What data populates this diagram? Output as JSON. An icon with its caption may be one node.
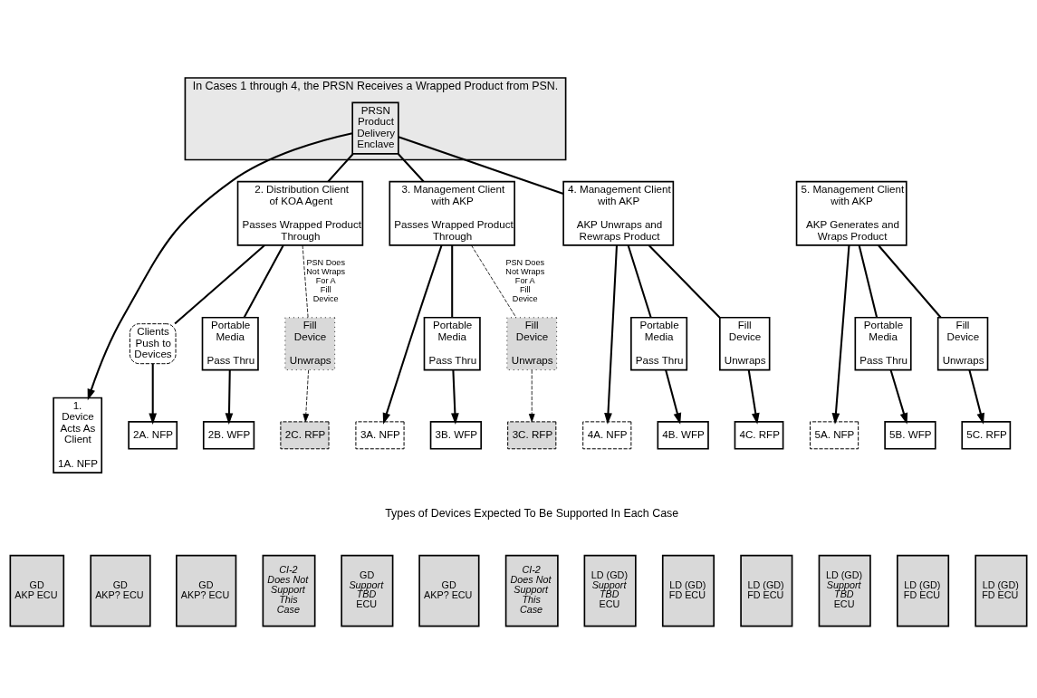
{
  "diagram": {
    "nodes": [
      {
        "text": [
          "In Cases 1 through 4, the PRSN Receives a Wrapped Product from PSN."
        ]
      },
      {
        "text": [
          "PRSN Product Delivery Enclave"
        ],
        "in": 0
      },
      {
        "text": [
          "2. Distribution Client of KOA Agent",
          "Passes Wrapped Product Through"
        ]
      },
      {
        "text": [
          "3. Management Client with AKP",
          "Passes Wrapped Product Through"
        ]
      },
      {
        "text": [
          "4. Management Client with AKP",
          "AKP Unwraps and Rewraps Product"
        ]
      },
      {
        "text": [
          "5. Management Client with AKP",
          "AKP Generates and Wraps Product"
        ]
      },
      {
        "text": [
          "Clients Push to Devices"
        ]
      },
      {
        "text": [
          "Portable Media",
          "Pass Thru"
        ]
      },
      {
        "text": [
          "Fill Device",
          "Unwraps"
        ]
      },
      {
        "text": [
          "Portable Media",
          "Pass Thru"
        ]
      },
      {
        "text": [
          "Fill Device",
          "Unwraps"
        ]
      },
      {
        "text": [
          "Portable Media",
          "Pass Thru"
        ]
      },
      {
        "text": [
          "Fill Device",
          "Unwraps"
        ]
      },
      {
        "text": [
          "Portable Media",
          "Pass Thru"
        ]
      },
      {
        "text": [
          "Fill Device",
          "Unwraps"
        ]
      },
      {
        "text": [
          "1. Device Acts As Client",
          "1A. NFP"
        ]
      },
      {
        "text": [
          "2A. NFP"
        ]
      },
      {
        "text": [
          "2B. WFP"
        ]
      },
      {
        "text": [
          "2C. RFP"
        ]
      },
      {
        "text": [
          "3A. NFP"
        ]
      },
      {
        "text": [
          "3B. WFP"
        ]
      },
      {
        "text": [
          "3C. RFP"
        ]
      },
      {
        "text": [
          "4A. NFP"
        ]
      },
      {
        "text": [
          "4B. WFP"
        ]
      },
      {
        "text": [
          "4C. RFP"
        ]
      },
      {
        "text": [
          "5A. NFP"
        ]
      },
      {
        "text": [
          "5B. WFP"
        ]
      },
      {
        "text": [
          "5C. RFP"
        ]
      },
      {
        "text": [
          "GD",
          "AKP ECU"
        ]
      },
      {
        "text": [
          "GD",
          "AKP? ECU"
        ]
      },
      {
        "text": [
          "GD",
          "AKP? ECU"
        ]
      },
      {
        "text": [
          "*CI-2 Does Not Support This Case*"
        ]
      },
      {
        "text": [
          "GD",
          "*Support TBD*",
          "ECU"
        ]
      },
      {
        "text": [
          "GD",
          "AKP? ECU"
        ]
      },
      {
        "text": [
          "*CI-2 Does Not Support This Case*"
        ]
      },
      {
        "text": [
          "LD (GD)",
          "*Support TBD*",
          "ECU"
        ]
      },
      {
        "text": [
          "LD (GD)",
          "FD ECU"
        ]
      },
      {
        "text": [
          "LD (GD)",
          "FD ECU"
        ]
      },
      {
        "text": [
          "LD (GD)",
          "*Support TBD*",
          "ECU"
        ]
      },
      {
        "text": [
          "LD (GD)",
          "FD ECU"
        ]
      },
      {
        "text": [
          "LD (GD)",
          "FD ECU"
        ]
      }
    ],
    "edges": [
      {
        "from": 1,
        "to": 15,
        "arrow": "to"
      },
      {
        "from": 1,
        "to": 2,
        "arrow": "none"
      },
      {
        "from": 1,
        "to": 3,
        "arrow": "none"
      },
      {
        "from": 1,
        "to": 4,
        "arrow": "none"
      },
      {
        "from": 2,
        "to": 6,
        "arrow": "none"
      },
      {
        "from": 6,
        "to": 16,
        "arrow": "to"
      },
      {
        "from": 2,
        "to": 7,
        "arrow": "none"
      },
      {
        "from": 7,
        "to": 17,
        "arrow": "to"
      },
      {
        "from": 2,
        "to": 8,
        "arrow": "none",
        "style": "dashed",
        "label": "PSN Does Not Wraps For A Fill Device"
      },
      {
        "from": 8,
        "to": 18,
        "arrow": "to",
        "style": "dashed"
      },
      {
        "from": 3,
        "to": 19,
        "arrow": "to"
      },
      {
        "from": 3,
        "to": 9,
        "arrow": "none"
      },
      {
        "from": 9,
        "to": 20,
        "arrow": "to"
      },
      {
        "from": 3,
        "to": 10,
        "arrow": "none",
        "style": "dashed",
        "label": "PSN Does Not Wraps For A Fill Device"
      },
      {
        "from": 10,
        "to": 21,
        "arrow": "to",
        "style": "dashed"
      },
      {
        "from": 4,
        "to": 22,
        "arrow": "to"
      },
      {
        "from": 4,
        "to": 11,
        "arrow": "none"
      },
      {
        "from": 11,
        "to": 23,
        "arrow": "to"
      },
      {
        "from": 4,
        "to": 12,
        "arrow": "none"
      },
      {
        "from": 12,
        "to": 24,
        "arrow": "to"
      },
      {
        "from": 5,
        "to": 25,
        "arrow": "to"
      },
      {
        "from": 5,
        "to": 13,
        "arrow": "none"
      },
      {
        "from": 13,
        "to": 26,
        "arrow": "to"
      },
      {
        "from": 5,
        "to": 14,
        "arrow": "none"
      },
      {
        "from": 14,
        "to": 27,
        "arrow": "to"
      }
    ],
    "labels": [
      "Types of Devices Expected To Be Supported In Each Case"
    ]
  }
}
